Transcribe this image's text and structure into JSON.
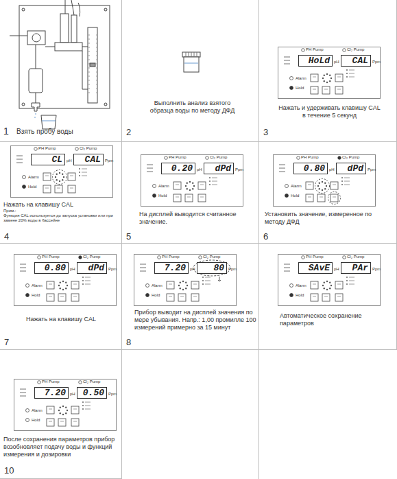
{
  "diagram": {
    "nodes": [
      {
        "text": [
          "Взять пробу воды",
          "1"
        ]
      },
      {
        "text": [
          "Выполнить анализ взятого образца воды по методу ДФД",
          "2"
        ]
      },
      {
        "text": [
          "Нажать и удерживать клавишу CAL в течение 5 секунд",
          "3"
        ]
      },
      {
        "text": [
          "HoLd"
        ],
        "in": 2
      },
      {
        "text": [
          "CAL"
        ],
        "in": 2
      },
      {
        "text": [
          "Нажать на клавишу CAL",
          "Прим.:",
          "Функция CAL используется до запуска установки или при замене 20% воды в бассейне",
          "4"
        ]
      },
      {
        "text": [
          "CL"
        ],
        "in": 5
      },
      {
        "text": [
          "CAL"
        ],
        "in": 5
      },
      {
        "text": [
          "На дисплей выводится считанное значение.",
          "5"
        ]
      },
      {
        "text": [
          "0.20"
        ],
        "in": 8
      },
      {
        "text": [
          "dPd"
        ],
        "in": 8
      },
      {
        "text": [
          "Установить значение, измеренное по методу ДФД",
          "6"
        ]
      },
      {
        "text": [
          "0.80"
        ],
        "in": 11
      },
      {
        "text": [
          "dPd"
        ],
        "in": 11
      },
      {
        "text": [
          "Нажать на клавишу CAL",
          "7"
        ]
      },
      {
        "text": [
          "0.80"
        ],
        "in": 14
      },
      {
        "text": [
          "dPd"
        ],
        "in": 14
      },
      {
        "text": [
          "Прибор выводит на дисплей значения по мере убывания. Напр.: 1,00 промилле 100 измерений примерно за 15 минут",
          "8"
        ]
      },
      {
        "text": [
          "7.20"
        ],
        "in": 17
      },
      {
        "text": [
          "80"
        ],
        "in": 17
      },
      {
        "text": [
          "Автоматическое сохранение параметров"
        ]
      },
      {
        "text": [
          "SAvE"
        ],
        "in": 20
      },
      {
        "text": [
          "PAr"
        ],
        "in": 20
      },
      {
        "text": [
          "После сохранения параметров прибор возобновляет подачу воды и функций измерения и дозировки",
          "10"
        ]
      },
      {
        "text": [
          "7.20"
        ],
        "in": 23
      },
      {
        "text": [
          "0.50"
        ],
        "in": 23
      }
    ],
    "labels": [
      "PH Pump",
      "Cl₂ Pump",
      "pH",
      "Ppm",
      "Alarm",
      "Hold",
      "PH Pump",
      "Cl₂ Pump",
      "pH",
      "Ppm",
      "Alarm",
      "Hold",
      "PH Pump",
      "Cl₂ Pump",
      "pH",
      "Ppm",
      "Alarm",
      "Hold",
      "PH Pump",
      "Cl₂ Pump",
      "pH",
      "Ppm",
      "Alarm",
      "Hold",
      "PH Pump",
      "Cl₂ Pump",
      "pH",
      "Ppm",
      "Alarm",
      "Hold",
      "PH Pump",
      "Cl₂ Pump",
      "pH",
      "Ppm",
      "Alarm",
      "Hold",
      "PH Pump",
      "Cl₂ Pump",
      "pH",
      "Ppm",
      "Alarm",
      "Hold",
      "PH Pump",
      "Cl₂ Pump",
      "pH",
      "Ppm",
      "Alarm",
      "Hold"
    ]
  }
}
